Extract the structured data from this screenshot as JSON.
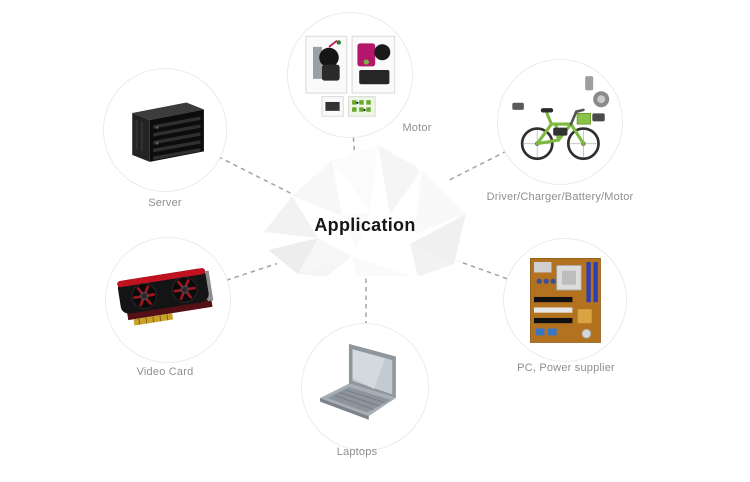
{
  "diagram": {
    "center": {
      "label": "Application"
    },
    "nodes": [
      {
        "id": "server",
        "label": "Server",
        "icon": "server-icon"
      },
      {
        "id": "motor",
        "label": "Motor",
        "icon": "motor-photos-icon"
      },
      {
        "id": "driver-charger-battery-motor",
        "label": "Driver/Charger/Battery/Motor",
        "icon": "e-bike-icon"
      },
      {
        "id": "video-card",
        "label": "Video Card",
        "icon": "graphics-card-icon"
      },
      {
        "id": "laptops",
        "label": "Laptops",
        "icon": "laptop-icon"
      },
      {
        "id": "pc-power-supplier",
        "label": "PC, Power supplier",
        "icon": "motherboard-icon"
      }
    ],
    "colors": {
      "background": "#ffffff",
      "connector": "#a3a3a3",
      "circle_border": "#ebebeb",
      "label_text": "#8f8f8f",
      "center_text": "#161616",
      "accent_green": "#7cb93e",
      "accent_red": "#c1121f",
      "accent_magenta": "#b4166c"
    }
  }
}
